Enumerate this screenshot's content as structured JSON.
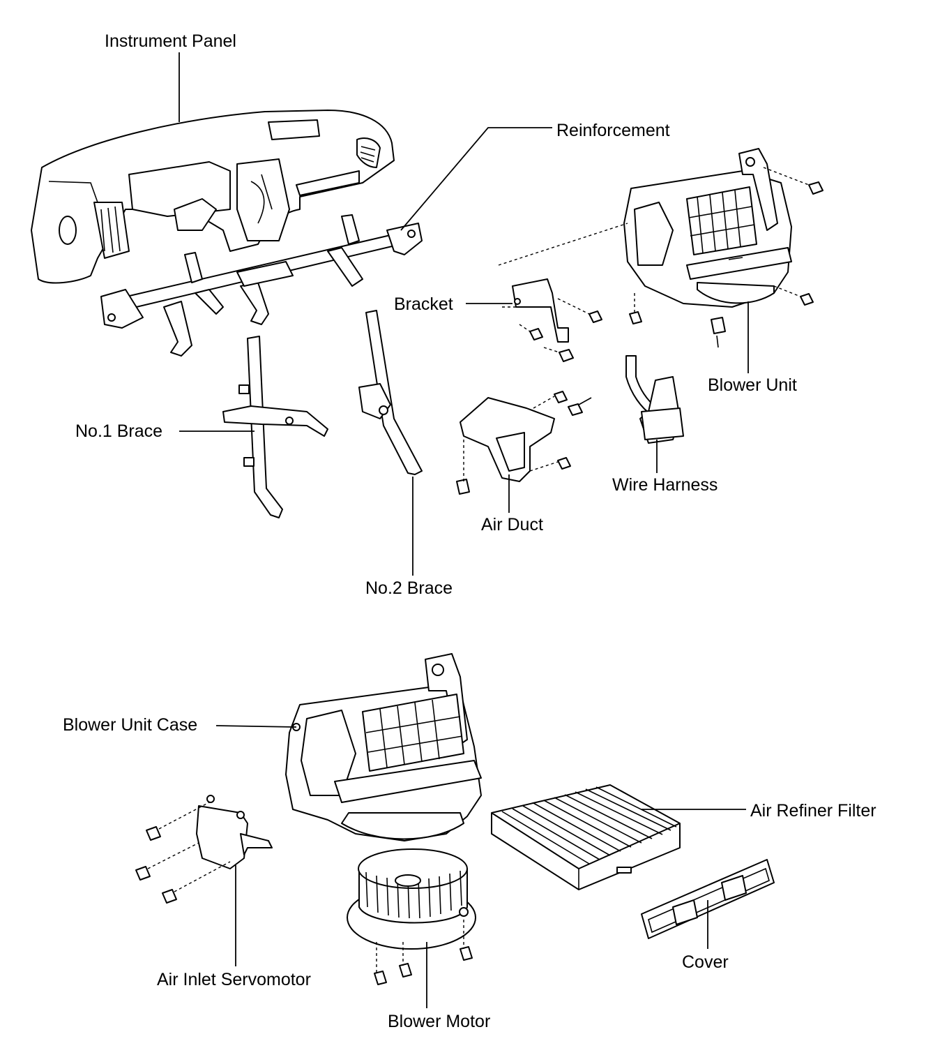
{
  "labels": {
    "instrument_panel": "Instrument Panel",
    "reinforcement": "Reinforcement",
    "bracket": "Bracket",
    "blower_unit": "Blower Unit",
    "no1_brace": "No.1 Brace",
    "wire_harness": "Wire Harness",
    "air_duct": "Air Duct",
    "no2_brace": "No.2 Brace",
    "blower_unit_case": "Blower Unit Case",
    "air_refiner_filter": "Air Refiner Filter",
    "cover": "Cover",
    "air_inlet_servomotor": "Air Inlet Servomotor",
    "blower_motor": "Blower Motor"
  }
}
